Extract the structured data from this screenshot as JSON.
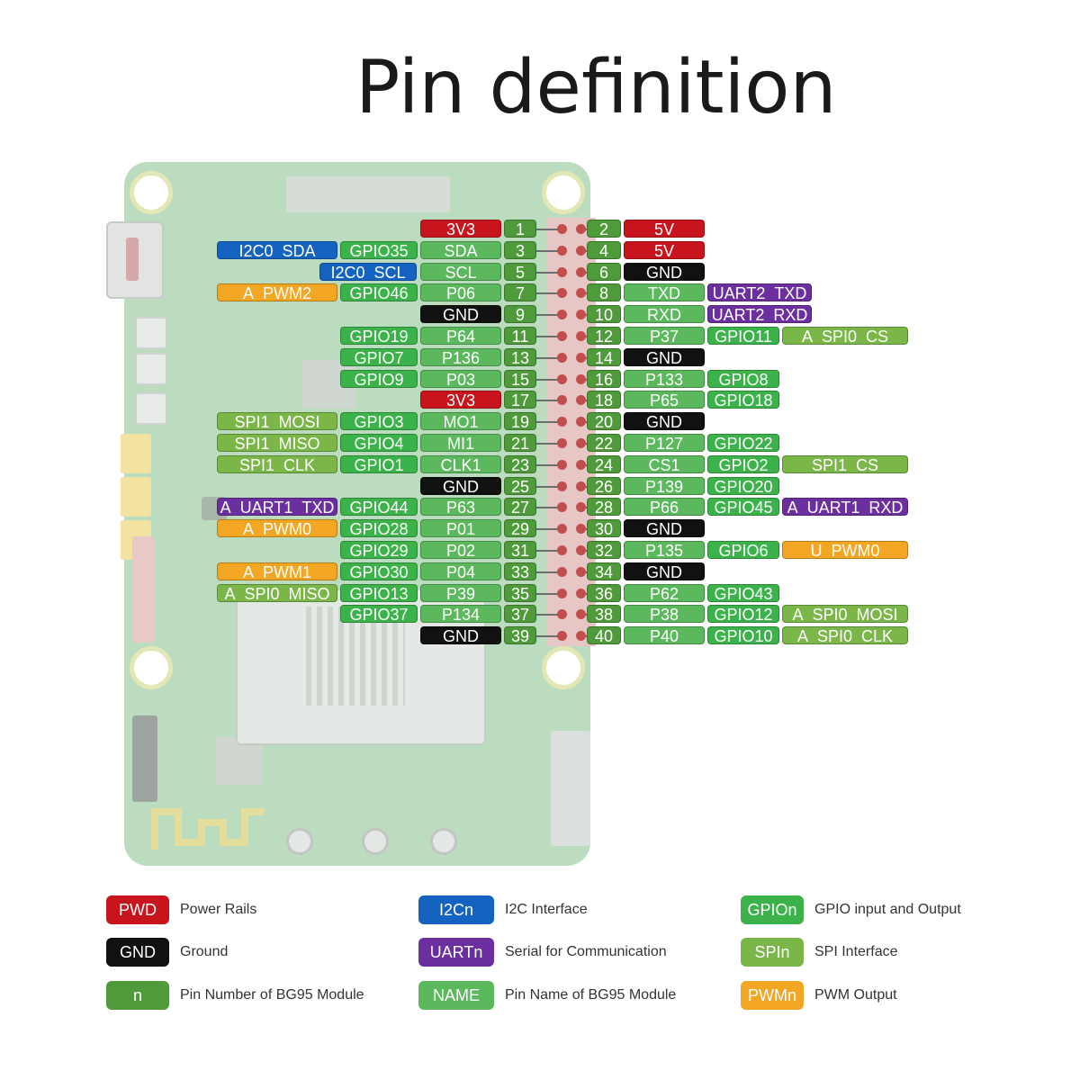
{
  "title": "Pin definition",
  "colors": {
    "power": "#c8141c",
    "ground": "#111111",
    "pin_number": "#4f9a3a",
    "name": "#5cb85c",
    "gpio": "#3cb34a",
    "spi": "#7ab648",
    "i2c": "#1463c1",
    "uart": "#6b2fa0",
    "pwm": "#f2a623"
  },
  "header_pins": [
    {
      "left": {
        "number": "1",
        "name": "3V3",
        "name_type": "power",
        "gpio": "",
        "func": "",
        "func_type": ""
      },
      "right": {
        "number": "2",
        "name": "5V",
        "name_type": "power",
        "gpio": "",
        "func": "",
        "func_type": ""
      }
    },
    {
      "left": {
        "number": "3",
        "name": "SDA",
        "name_type": "name",
        "gpio": "GPIO35",
        "func": "I2C0_SDA",
        "func_type": "i2c"
      },
      "right": {
        "number": "4",
        "name": "5V",
        "name_type": "power",
        "gpio": "",
        "func": "",
        "func_type": ""
      }
    },
    {
      "left": {
        "number": "5",
        "name": "SCL",
        "name_type": "name",
        "gpio": "",
        "func": "I2C0_SCL",
        "func_type": "i2c"
      },
      "right": {
        "number": "6",
        "name": "GND",
        "name_type": "ground",
        "gpio": "",
        "func": "",
        "func_type": ""
      }
    },
    {
      "left": {
        "number": "7",
        "name": "P06",
        "name_type": "name",
        "gpio": "GPIO46",
        "func": "A_PWM2",
        "func_type": "pwm"
      },
      "right": {
        "number": "8",
        "name": "TXD",
        "name_type": "name",
        "gpio": "",
        "func": "UART2_TXD",
        "func_type": "uart"
      }
    },
    {
      "left": {
        "number": "9",
        "name": "GND",
        "name_type": "ground",
        "gpio": "",
        "func": "",
        "func_type": ""
      },
      "right": {
        "number": "10",
        "name": "RXD",
        "name_type": "name",
        "gpio": "",
        "func": "UART2_RXD",
        "func_type": "uart"
      }
    },
    {
      "left": {
        "number": "11",
        "name": "P64",
        "name_type": "name",
        "gpio": "GPIO19",
        "func": "",
        "func_type": ""
      },
      "right": {
        "number": "12",
        "name": "P37",
        "name_type": "name",
        "gpio": "GPIO11",
        "func": "A_SPI0_CS",
        "func_type": "spi"
      }
    },
    {
      "left": {
        "number": "13",
        "name": "P136",
        "name_type": "name",
        "gpio": "GPIO7",
        "func": "",
        "func_type": ""
      },
      "right": {
        "number": "14",
        "name": "GND",
        "name_type": "ground",
        "gpio": "",
        "func": "",
        "func_type": ""
      }
    },
    {
      "left": {
        "number": "15",
        "name": "P03",
        "name_type": "name",
        "gpio": "GPIO9",
        "func": "",
        "func_type": ""
      },
      "right": {
        "number": "16",
        "name": "P133",
        "name_type": "name",
        "gpio": "GPIO8",
        "func": "",
        "func_type": ""
      }
    },
    {
      "left": {
        "number": "17",
        "name": "3V3",
        "name_type": "power",
        "gpio": "",
        "func": "",
        "func_type": ""
      },
      "right": {
        "number": "18",
        "name": "P65",
        "name_type": "name",
        "gpio": "GPIO18",
        "func": "",
        "func_type": ""
      }
    },
    {
      "left": {
        "number": "19",
        "name": "MO1",
        "name_type": "name",
        "gpio": "GPIO3",
        "func": "SPI1_MOSI",
        "func_type": "spi"
      },
      "right": {
        "number": "20",
        "name": "GND",
        "name_type": "ground",
        "gpio": "",
        "func": "",
        "func_type": ""
      }
    },
    {
      "left": {
        "number": "21",
        "name": "MI1",
        "name_type": "name",
        "gpio": "GPIO4",
        "func": "SPI1_MISO",
        "func_type": "spi"
      },
      "right": {
        "number": "22",
        "name": "P127",
        "name_type": "name",
        "gpio": "GPIO22",
        "func": "",
        "func_type": ""
      }
    },
    {
      "left": {
        "number": "23",
        "name": "CLK1",
        "name_type": "name",
        "gpio": "GPIO1",
        "func": "SPI1_CLK",
        "func_type": "spi"
      },
      "right": {
        "number": "24",
        "name": "CS1",
        "name_type": "name",
        "gpio": "GPIO2",
        "func": "SPI1_CS",
        "func_type": "spi"
      }
    },
    {
      "left": {
        "number": "25",
        "name": "GND",
        "name_type": "ground",
        "gpio": "",
        "func": "",
        "func_type": ""
      },
      "right": {
        "number": "26",
        "name": "P139",
        "name_type": "name",
        "gpio": "GPIO20",
        "func": "",
        "func_type": ""
      }
    },
    {
      "left": {
        "number": "27",
        "name": "P63",
        "name_type": "name",
        "gpio": "GPIO44",
        "func": "A_UART1_TXD",
        "func_type": "uart"
      },
      "right": {
        "number": "28",
        "name": "P66",
        "name_type": "name",
        "gpio": "GPIO45",
        "func": "A_UART1_RXD",
        "func_type": "uart"
      }
    },
    {
      "left": {
        "number": "29",
        "name": "P01",
        "name_type": "name",
        "gpio": "GPIO28",
        "func": "A_PWM0",
        "func_type": "pwm"
      },
      "right": {
        "number": "30",
        "name": "GND",
        "name_type": "ground",
        "gpio": "",
        "func": "",
        "func_type": ""
      }
    },
    {
      "left": {
        "number": "31",
        "name": "P02",
        "name_type": "name",
        "gpio": "GPIO29",
        "func": "",
        "func_type": ""
      },
      "right": {
        "number": "32",
        "name": "P135",
        "name_type": "name",
        "gpio": "GPIO6",
        "func": "U_PWM0",
        "func_type": "pwm"
      }
    },
    {
      "left": {
        "number": "33",
        "name": "P04",
        "name_type": "name",
        "gpio": "GPIO30",
        "func": "A_PWM1",
        "func_type": "pwm"
      },
      "right": {
        "number": "34",
        "name": "GND",
        "name_type": "ground",
        "gpio": "",
        "func": "",
        "func_type": ""
      }
    },
    {
      "left": {
        "number": "35",
        "name": "P39",
        "name_type": "name",
        "gpio": "GPIO13",
        "func": "A_SPI0_MISO",
        "func_type": "spi"
      },
      "right": {
        "number": "36",
        "name": "P62",
        "name_type": "name",
        "gpio": "GPIO43",
        "func": "",
        "func_type": ""
      }
    },
    {
      "left": {
        "number": "37",
        "name": "P134",
        "name_type": "name",
        "gpio": "GPIO37",
        "func": "",
        "func_type": ""
      },
      "right": {
        "number": "38",
        "name": "P38",
        "name_type": "name",
        "gpio": "GPIO12",
        "func": "A_SPI0_MOSI",
        "func_type": "spi"
      }
    },
    {
      "left": {
        "number": "39",
        "name": "GND",
        "name_type": "ground",
        "gpio": "",
        "func": "",
        "func_type": ""
      },
      "right": {
        "number": "40",
        "name": "P40",
        "name_type": "name",
        "gpio": "GPIO10",
        "func": "A_SPI0_CLK",
        "func_type": "spi"
      }
    }
  ],
  "legend": [
    {
      "swatch": "PWD",
      "text": "Power Rails",
      "type": "power"
    },
    {
      "swatch": "GND",
      "text": "Ground",
      "type": "ground"
    },
    {
      "swatch": "n",
      "text": "Pin Number of BG95 Module",
      "type": "pin_number"
    },
    {
      "swatch": "I2Cn",
      "text": "I2C Interface",
      "type": "i2c"
    },
    {
      "swatch": "UARTn",
      "text": "Serial for Communication",
      "type": "uart"
    },
    {
      "swatch": "NAME",
      "text": "Pin Name of BG95 Module",
      "type": "name"
    },
    {
      "swatch": "GPIOn",
      "text": "GPIO input and Output",
      "type": "gpio"
    },
    {
      "swatch": "SPIn",
      "text": "SPI Interface",
      "type": "spi"
    },
    {
      "swatch": "PWMn",
      "text": "PWM Output",
      "type": "pwm"
    }
  ]
}
